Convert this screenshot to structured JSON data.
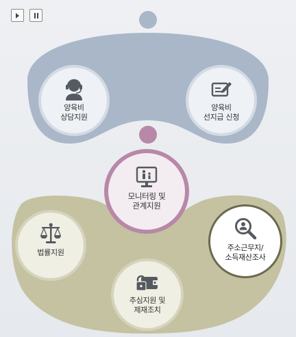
{
  "controls": {
    "play": {
      "icon": "play-icon"
    },
    "pause": {
      "icon": "pause-icon"
    }
  },
  "colors": {
    "top_group": "#a9b7c9",
    "middle_group": "#b888a8",
    "bottom_group": "#c4c2a0",
    "accent_dark": "#555a60"
  },
  "nodes": [
    {
      "id": "counseling",
      "label": "양육비\n상담지원",
      "icon": "headset-person-icon"
    },
    {
      "id": "advance-payment",
      "label": "양육비\n선지급 신청",
      "icon": "document-pen-icon"
    },
    {
      "id": "monitoring",
      "label": "모니터링 및\n관계지원",
      "icon": "monitor-family-icon"
    },
    {
      "id": "legal",
      "label": "법률지원",
      "icon": "scales-icon"
    },
    {
      "id": "address-income",
      "label": "주소근무지/\n소득재산조사",
      "icon": "magnifier-person-icon"
    },
    {
      "id": "collection",
      "label": "추심지원 및\n제재조치",
      "icon": "wallet-lock-icon"
    }
  ]
}
